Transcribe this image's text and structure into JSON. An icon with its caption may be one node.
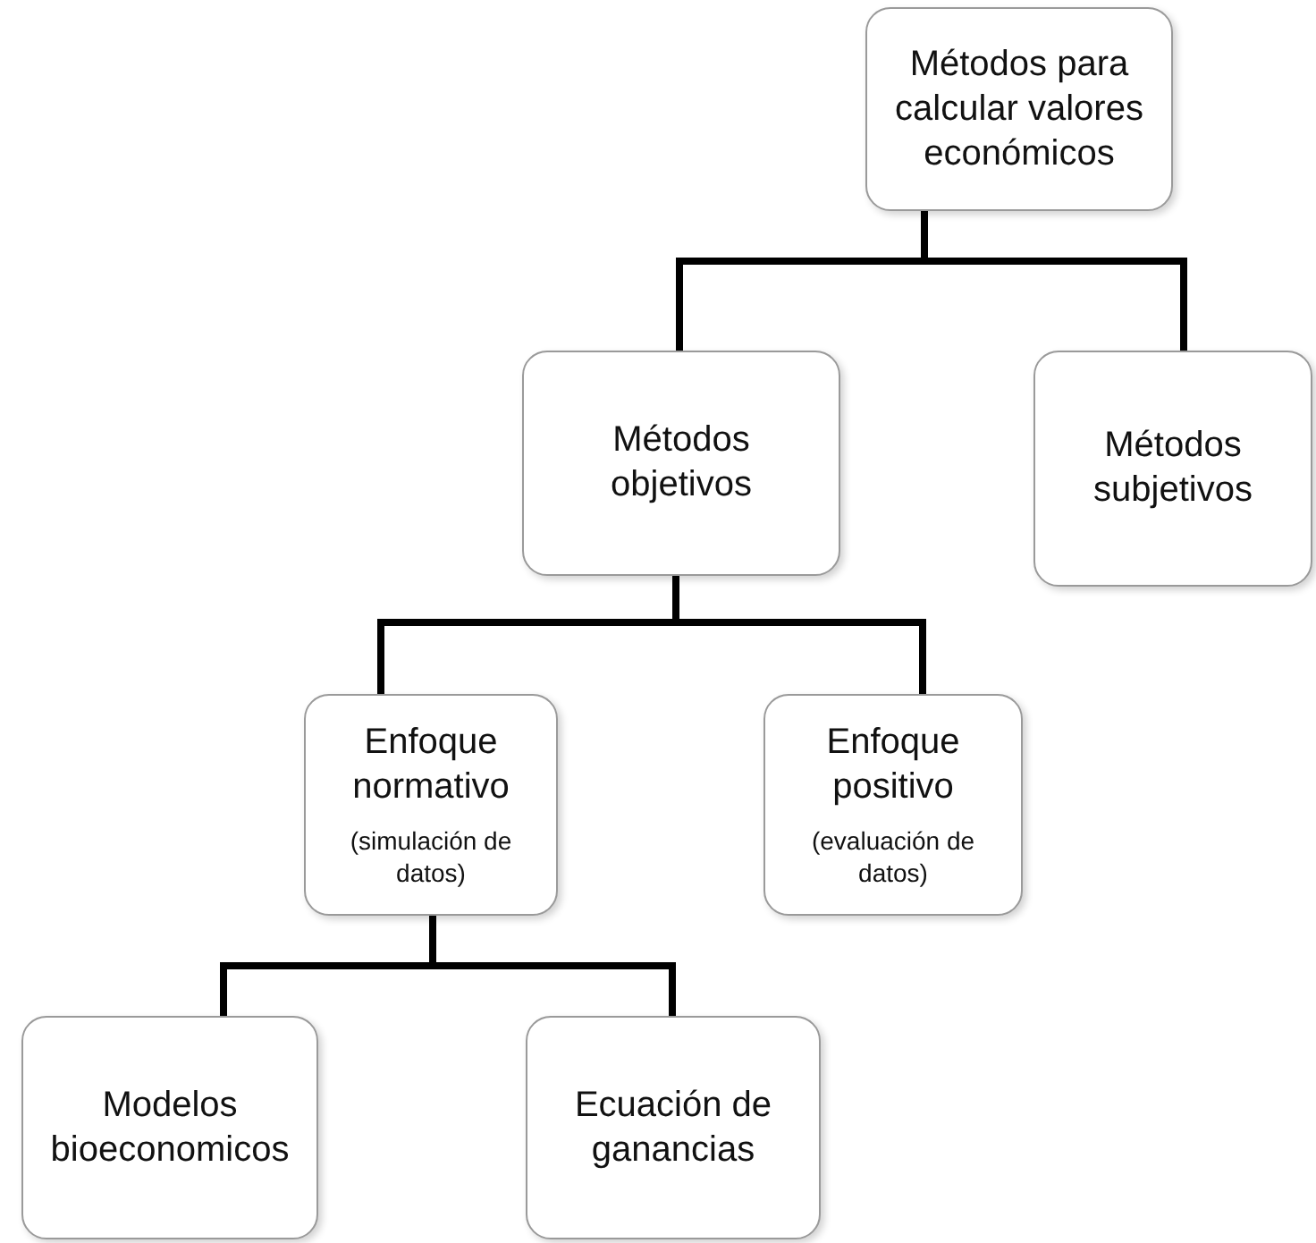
{
  "diagram": {
    "nodes": [
      {
        "text": [
          "Métodos para calcular valores económicos"
        ]
      },
      {
        "text": [
          "Métodos objetivos"
        ]
      },
      {
        "text": [
          "Métodos subjetivos"
        ]
      },
      {
        "text": [
          "Enfoque normativo",
          "(simulación de datos)"
        ]
      },
      {
        "text": [
          "Enfoque positivo",
          "(evaluación de datos)"
        ]
      },
      {
        "text": [
          "Modelos bioeconomicos"
        ]
      },
      {
        "text": [
          "Ecuación de ganancias"
        ]
      }
    ],
    "edges": [
      {
        "from": 0,
        "to": 1,
        "arrow": "none"
      },
      {
        "from": 0,
        "to": 2,
        "arrow": "none"
      },
      {
        "from": 1,
        "to": 3,
        "arrow": "none"
      },
      {
        "from": 1,
        "to": 4,
        "arrow": "none"
      },
      {
        "from": 3,
        "to": 5,
        "arrow": "none"
      },
      {
        "from": 3,
        "to": 6,
        "arrow": "none"
      }
    ]
  }
}
